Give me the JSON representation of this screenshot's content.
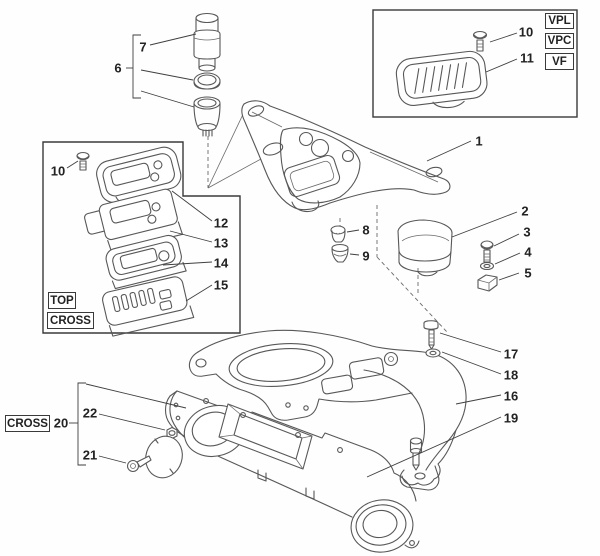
{
  "figure": {
    "type": "exploded-parts-diagram",
    "subject": "Dashboard / instrument panel assembly parts diagram",
    "background_color": "#ffffff",
    "line_color": "#585858",
    "text_color": "#222222"
  },
  "callouts": {
    "n1": "1",
    "n2": "2",
    "n3": "3",
    "n4": "4",
    "n5": "5",
    "n6": "6",
    "n7": "7",
    "n8": "8",
    "n9": "9",
    "n10a": "10",
    "n10b": "10",
    "n11": "11",
    "n12": "12",
    "n13": "13",
    "n14": "14",
    "n15": "15",
    "n16": "16",
    "n17": "17",
    "n18": "18",
    "n19": "19",
    "n20": "20",
    "n21": "21",
    "n22": "22"
  },
  "labels": {
    "vpl": "VPL",
    "vpc": "VPC",
    "vf": "VF",
    "top": "TOP",
    "cross_top": "CROSS",
    "cross_bottom": "CROSS"
  }
}
